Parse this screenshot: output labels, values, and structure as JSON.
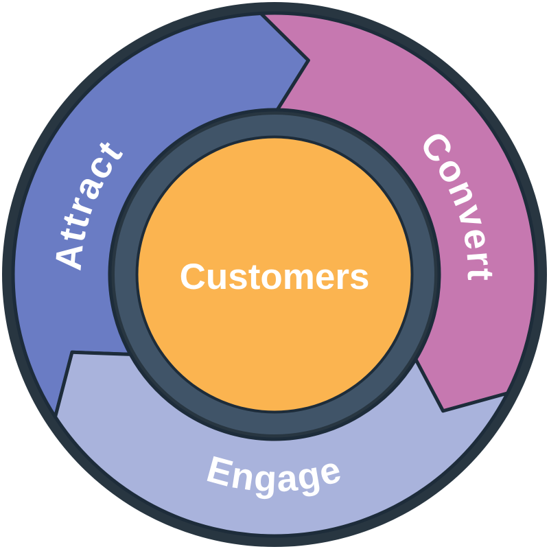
{
  "diagram": {
    "type": "flywheel",
    "background": "#ffffff",
    "center": {
      "label": "Customers",
      "fill_color": "#FBB450",
      "text_color": "#ffffff"
    },
    "segments": [
      {
        "label": "Attract",
        "color": "#6A7CC4",
        "position": "top-left"
      },
      {
        "label": "Convert",
        "color": "#C678B0",
        "position": "right"
      },
      {
        "label": "Engage",
        "color": "#A9B3DC",
        "position": "bottom"
      }
    ],
    "ring": {
      "outer_color": "#283641",
      "inner_color": "#405468",
      "outline_color": "#1D2C3A"
    }
  }
}
